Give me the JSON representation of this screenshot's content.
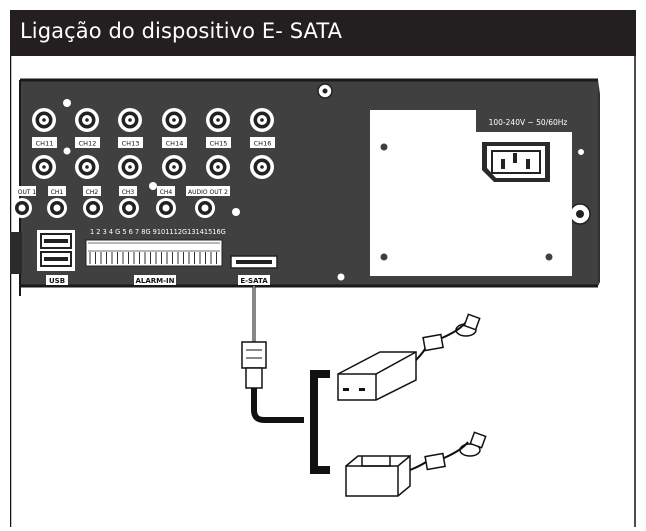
{
  "header": {
    "title": "Ligação do dispositivo E- SATA"
  },
  "panel": {
    "top_channels": [
      "CH11",
      "CH12",
      "CH13",
      "CH14",
      "CH15",
      "CH16"
    ],
    "audio_out_1": "OUT 1",
    "mid_labels": [
      "CH1",
      "CH2",
      "CH3",
      "CH4"
    ],
    "audio_out_2": "AUDIO OUT 2",
    "power_rating": "100-240V ~ 50/60Hz",
    "alarm_numbers": "1 2 3 4 G 5 6 7 8G 9101112G13141516G",
    "usb_label": "USB",
    "alarm_label": "ALARM-IN",
    "esata_label": "E-SATA"
  },
  "colors": {
    "header_bg": "#231f20",
    "panel": "#404040",
    "line": "#111111"
  }
}
